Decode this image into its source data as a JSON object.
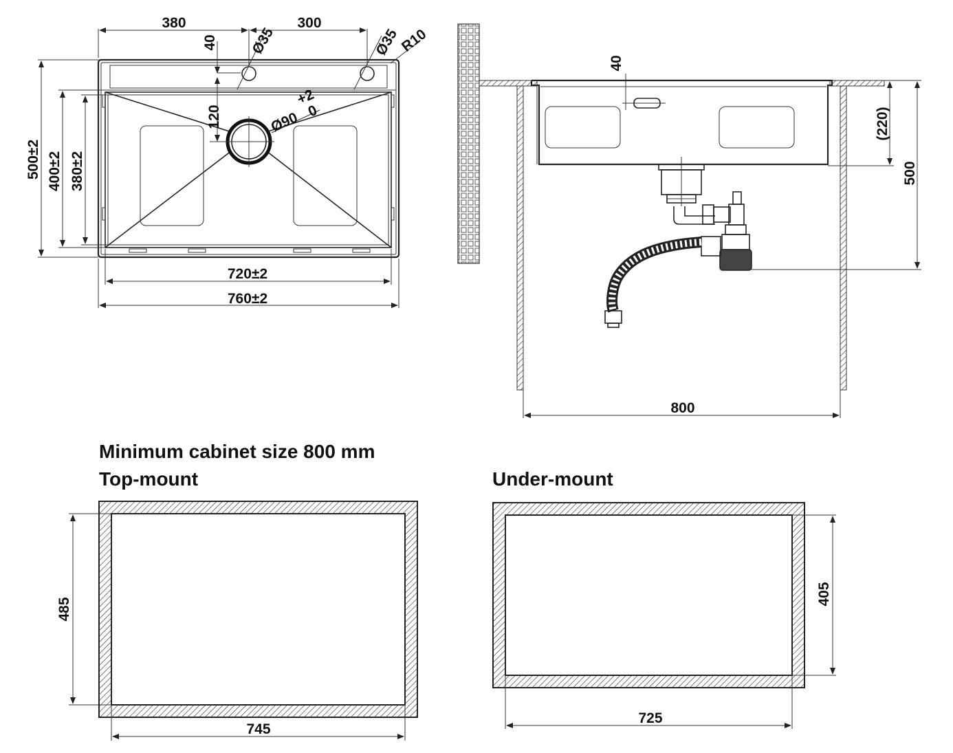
{
  "top_view": {
    "dims": {
      "w380": "380",
      "w300": "300",
      "d40": "40",
      "hole1": "Ø35",
      "hole2": "Ø35",
      "radius": "R10",
      "d120": "120",
      "drain": "Ø90",
      "drain_tol_plus": "+2",
      "drain_tol_zero": "0",
      "h500": "500±2",
      "h400": "400±2",
      "h380": "380±2",
      "w720": "720±2",
      "w760": "760±2"
    }
  },
  "side_view": {
    "dims": {
      "d40": "40",
      "d220": "(220)",
      "h500": "500",
      "w800": "800"
    }
  },
  "cutouts": {
    "minimum_cabinet": "Minimum cabinet size 800 mm",
    "top_mount": {
      "title": "Top-mount",
      "width": "745",
      "height": "485"
    },
    "under_mount": {
      "title": "Under-mount",
      "width": "725",
      "height": "405"
    }
  }
}
